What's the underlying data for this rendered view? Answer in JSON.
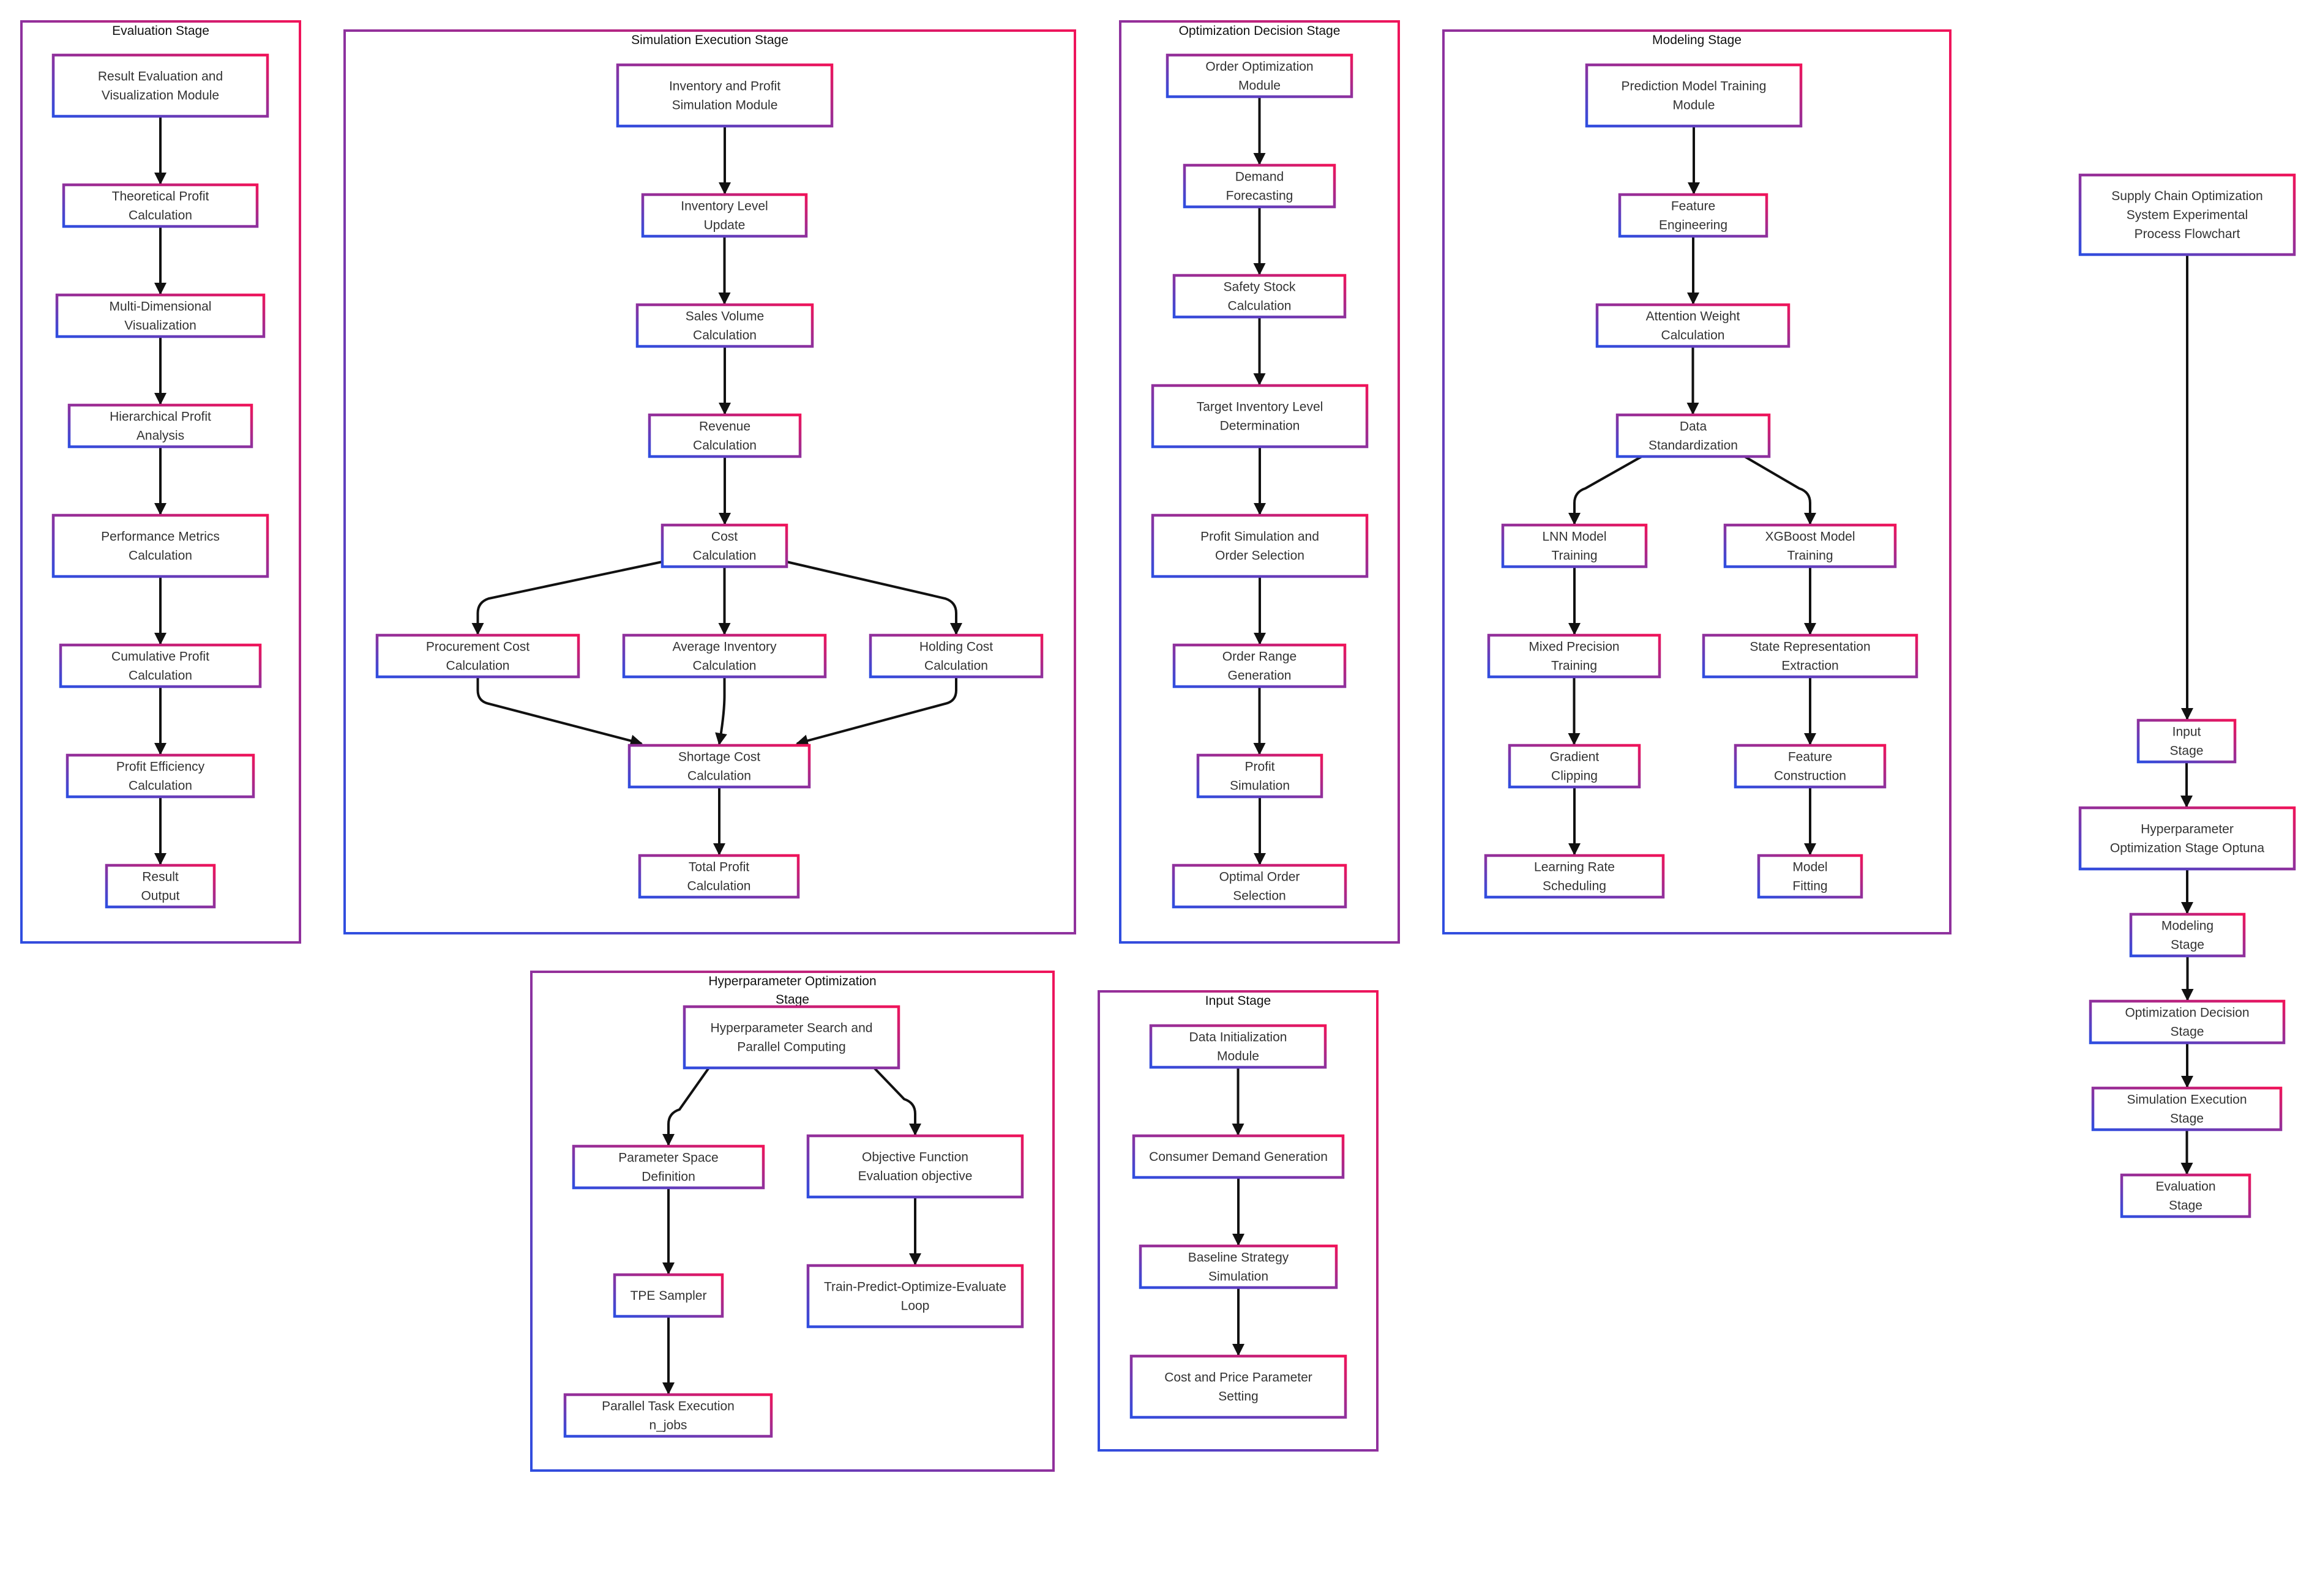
{
  "colors": {
    "gradient_start": "#2f4ee0",
    "gradient_end": "#f0145a",
    "edge": "#111111",
    "text": "#333333"
  },
  "clusters": {
    "evaluation": "Evaluation Stage",
    "simulation": "Simulation Execution Stage",
    "optimization": "Optimization Decision Stage",
    "modeling": "Modeling Stage",
    "hyperparameter": "Hyperparameter Optimization Stage",
    "input": "Input Stage"
  },
  "nodes": {
    "eval_module": "Result Evaluation and Visualization Module",
    "theoretical_profit": "Theoretical Profit Calculation",
    "multi_dim_vis": "Multi-Dimensional Visualization",
    "hier_profit": "Hierarchical Profit Analysis",
    "perf_metrics": "Performance Metrics Calculation",
    "cum_profit": "Cumulative Profit Calculation",
    "profit_eff": "Profit Efficiency Calculation",
    "result_output": "Result Output",
    "sim_module": "Inventory and Profit Simulation Module",
    "inv_update": "Inventory Level Update",
    "sales_volume": "Sales Volume Calculation",
    "revenue": "Revenue Calculation",
    "cost_calc": "Cost Calculation",
    "procurement": "Procurement Cost Calculation",
    "avg_inventory": "Average Inventory Calculation",
    "holding": "Holding Cost Calculation",
    "shortage": "Shortage Cost Calculation",
    "total_profit": "Total Profit Calculation",
    "order_opt": "Order Optimization Module",
    "demand_forecast": "Demand Forecasting",
    "safety_stock": "Safety Stock Calculation",
    "target_inv": "Target Inventory Level Determination",
    "profit_sim_order": "Profit Simulation and Order Selection",
    "order_range": "Order Range Generation",
    "profit_sim": "Profit Simulation",
    "optimal_order": "Optimal Order Selection",
    "pred_module": "Prediction Model Training Module",
    "feature_eng": "Feature Engineering",
    "attention": "Attention Weight Calculation",
    "data_std": "Data Standardization",
    "lnn_train": "LNN Model Training",
    "xgb_train": "XGBoost Model Training",
    "mixed_prec": "Mixed Precision Training",
    "state_rep": "State Representation Extraction",
    "grad_clip": "Gradient Clipping",
    "feature_cons": "Feature Construction",
    "lr_sched": "Learning Rate Scheduling",
    "model_fit": "Model Fitting",
    "main_title": "Supply Chain Optimization System Experimental Process Flowchart",
    "main_input": "Input Stage",
    "main_hyper": "Hyperparameter Optimization Stage Optuna",
    "main_modeling": "Modeling Stage",
    "main_opt": "Optimization Decision Stage",
    "main_sim": "Simulation Execution Stage",
    "main_eval": "Evaluation Stage",
    "hp_search": "Hyperparameter Search and Parallel Computing",
    "param_space": "Parameter Space Definition",
    "obj_eval": "Objective Function Evaluation objective",
    "tpe": "TPE Sampler",
    "train_loop": "Train-Predict-Optimize-Evaluate Loop",
    "parallel": "Parallel Task Execution n_jobs",
    "data_init": "Data Initialization Module",
    "consumer_demand": "Consumer Demand Generation",
    "baseline": "Baseline Strategy Simulation",
    "cost_price": "Cost and Price Parameter Setting"
  }
}
